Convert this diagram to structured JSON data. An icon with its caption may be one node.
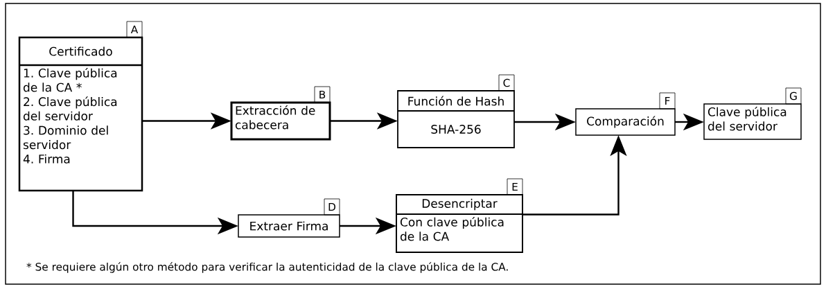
{
  "diagram": {
    "nodes": [
      {
        "text": [
          "Certificado",
          "1. Clave pública de la CA *",
          "2. Clave pública del servidor",
          "3. Dominio del servidor",
          "4. Firma"
        ],
        "beside": [
          "A"
        ]
      },
      {
        "text": [
          "Extracción de cabecera"
        ],
        "beside": [
          "B"
        ]
      },
      {
        "text": [
          "Función de Hash",
          "SHA-256"
        ],
        "beside": [
          "C"
        ]
      },
      {
        "text": [
          "Extraer Firma"
        ],
        "beside": [
          "D"
        ]
      },
      {
        "text": [
          "Desencriptar",
          "Con clave pública de la CA"
        ],
        "beside": [
          "E"
        ]
      },
      {
        "text": [
          "Comparación"
        ],
        "beside": [
          "F"
        ]
      },
      {
        "text": [
          "Clave pública del servidor"
        ],
        "beside": [
          "G"
        ]
      }
    ],
    "edges": [
      {
        "from": 0,
        "to": 1,
        "arrow": "to"
      },
      {
        "from": 1,
        "to": 2,
        "arrow": "to"
      },
      {
        "from": 2,
        "to": 5,
        "arrow": "to"
      },
      {
        "from": 0,
        "to": 3,
        "arrow": "to"
      },
      {
        "from": 3,
        "to": 4,
        "arrow": "to"
      },
      {
        "from": 4,
        "to": 5,
        "arrow": "to"
      },
      {
        "from": 5,
        "to": 6,
        "arrow": "to"
      }
    ],
    "labels": [
      "* Se requiere algún otro método para verificar la autenticidad de la clave pública de la CA."
    ]
  }
}
